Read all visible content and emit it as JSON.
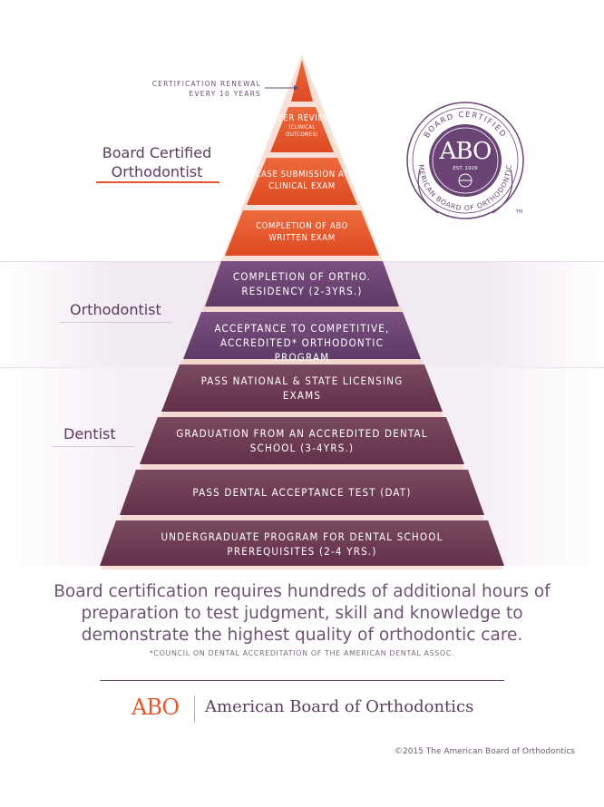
{
  "renewal_note": "Certification renewal every 10 years",
  "tiers": {
    "board_certified": "Board Certified Orthodontist",
    "orthodontist": "Orthodontist",
    "dentist": "Dentist"
  },
  "steps": {
    "peer_review": {
      "title": "Peer Review",
      "sub": "(Clinical Outcomes)"
    },
    "case_submission": "Case Submission at Clinical Exam",
    "written_exam": "Completion of ABO Written Exam",
    "residency": "Completion of Ortho. Residency (2-3yrs.)",
    "acceptance_program": "Acceptance to Competitive, Accredited* Orthodontic Program",
    "licensing": "Pass National & State Licensing Exams",
    "graduation": "Graduation from an Accredited Dental School (3-4yrs.)",
    "dat": "Pass Dental Acceptance Test (DAT)",
    "undergrad": "Undergraduate Program for Dental School Prerequisites (2-4 Yrs.)"
  },
  "seal": {
    "top_text": "BOARD CERTIFIED",
    "bottom_text": "AMERICAN BOARD OF ORTHODONTICS",
    "mark": "ABO",
    "est": "EST. 1929",
    "tm": "TM"
  },
  "tagline": "Board certification requires hundreds of additional hours of preparation to test judgment, skill and knowledge to demonstrate the highest quality of orthodontic care.",
  "footnote": "*Council on Dental Accreditation of the American Dental Assoc.",
  "footer": {
    "logo": "ABO",
    "name": "American Board of Orthodontics"
  },
  "copyright": "©2015 The American Board of Orthodontics",
  "colors": {
    "orange": "#e4572e",
    "purple": "#6a4475",
    "maroon": "#6f3d55",
    "text_purple": "#5a3a5e"
  }
}
